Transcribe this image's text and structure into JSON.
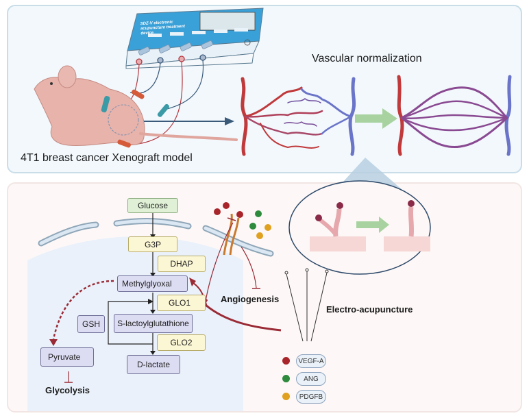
{
  "top_panel": {
    "device_label": "SDZ-V electronic acupuncture treatment device",
    "model_label": "4T1 breast cancer Xenograft model",
    "outcome_label": "Vascular normalization"
  },
  "bottom_panel": {
    "pathway": {
      "glucose": "Glucose",
      "g3p": "G3P",
      "dhap": "DHAP",
      "methylglyoxal": "Methylglyoxal",
      "glo1": "GLO1",
      "gsh": "GSH",
      "s_lactoyl": "S-lactoylglutathione",
      "glo2": "GLO2",
      "d_lactate": "D-lactate",
      "pyruvate": "Pyruvate",
      "glycolysis": "Glycolysis"
    },
    "angiogenesis_label": "Angiogenesis",
    "intervention_label": "Electro-acupuncture",
    "legend": [
      {
        "label": "VEGF-A",
        "color": "#a8262b"
      },
      {
        "label": "ANG",
        "color": "#2e8b3e"
      },
      {
        "label": "PDGFB",
        "color": "#e0a020"
      }
    ]
  },
  "colors": {
    "artery": "#c0393b",
    "vein": "#6a74c8",
    "inhibit": "#9a2a35",
    "flow_arrow": "#a8d3a0",
    "zoom_cone": "#b7cfe0"
  }
}
